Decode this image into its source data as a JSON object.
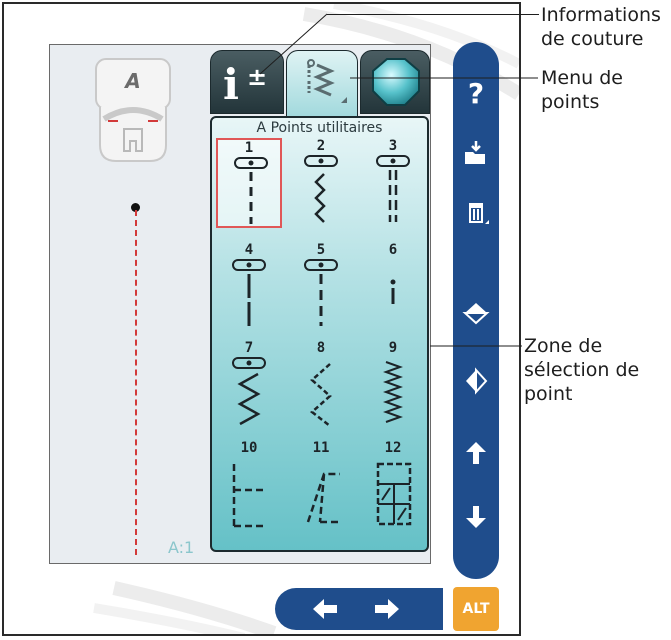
{
  "tabs": {
    "info_icon": "info-plus-minus-icon",
    "stitch_menu_icon": "stitch-menu-icon",
    "round_icon": "octagon-icon"
  },
  "stitch_zone": {
    "title": "A Points utilitaires",
    "selected": "1",
    "stitches": [
      {
        "num": "1",
        "icon": "straight-stitch-left-icon"
      },
      {
        "num": "2",
        "icon": "stretch-stitch-icon"
      },
      {
        "num": "3",
        "icon": "triple-straight-stitch-icon"
      },
      {
        "num": "4",
        "icon": "straight-stitch-center-icon"
      },
      {
        "num": "5",
        "icon": "basting-stitch-icon"
      },
      {
        "num": "6",
        "icon": "tack-stitch-icon"
      },
      {
        "num": "7",
        "icon": "zigzag-stitch-icon"
      },
      {
        "num": "8",
        "icon": "three-step-zigzag-icon"
      },
      {
        "num": "9",
        "icon": "multi-zigzag-icon"
      },
      {
        "num": "10",
        "icon": "box-stitch-icon"
      },
      {
        "num": "11",
        "icon": "slant-box-stitch-icon"
      },
      {
        "num": "12",
        "icon": "grid-stitch-icon"
      }
    ]
  },
  "sewing_area": {
    "presser_foot_label": "A",
    "pattern_position": "A:1"
  },
  "sidebar": {
    "help_label": "?",
    "buttons": [
      "help-icon",
      "open-folder-icon",
      "delete-icon",
      "mirror-horizontal-icon",
      "mirror-vertical-icon",
      "arrow-up-icon",
      "arrow-down-icon"
    ]
  },
  "alt_label": "ALT",
  "nav": [
    "arrow-left-icon",
    "arrow-right-icon"
  ],
  "callouts": {
    "info_line1": "Informations",
    "info_line2": "de couture",
    "menu_line1": "Menu de",
    "menu_line2": "points",
    "zone_line1": "Zone de",
    "zone_line2": "sélection de",
    "zone_line3": "point"
  },
  "colors": {
    "sidebar_blue": "#1f4d8c",
    "alt_orange": "#f0a430",
    "stitch_red": "#d23a3a",
    "selection_red": "#e05757",
    "teal": "#65c1c7"
  }
}
